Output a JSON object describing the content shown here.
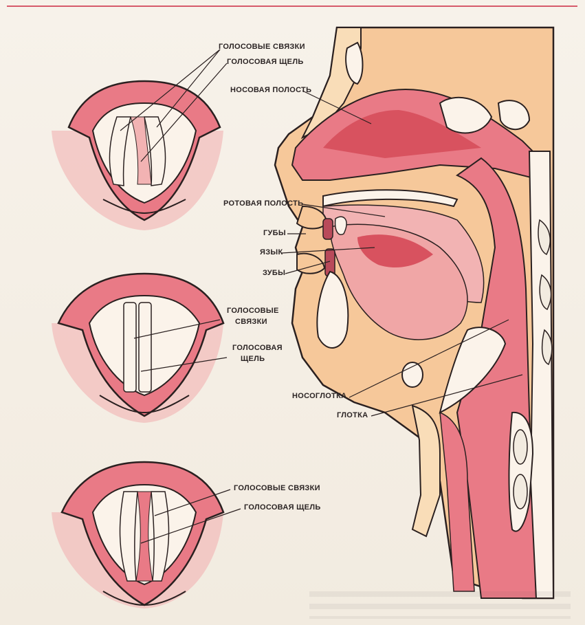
{
  "labels": {
    "vocal_cords_top": "ГОЛОСОВЫЕ СВЯЗКИ",
    "glottis_top": "ГОЛОСОВАЯ ЩЕЛЬ",
    "nasal_cavity": "НОСОВАЯ ПОЛОСТЬ",
    "oral_cavity": "РОТОВАЯ ПОЛОСТЬ",
    "lips": "ГУБЫ",
    "tongue": "ЯЗЫК",
    "teeth": "ЗУБЫ",
    "vocal_cords_mid_1": "ГОЛОСОВЫЕ",
    "vocal_cords_mid_2": "СВЯЗКИ",
    "glottis_mid_1": "ГОЛОСОВАЯ",
    "glottis_mid_2": "ЩЕЛЬ",
    "nasopharynx": "НОСОГЛОТКА",
    "pharynx": "ГЛОТКА",
    "vocal_cords_bottom": "ГОЛОСОВЫЕ СВЯЗКИ",
    "glottis_bottom": "ГОЛОСОВАЯ ЩЕЛЬ"
  },
  "colors": {
    "tissue_dark": "#d8525f",
    "tissue_mid": "#e97a86",
    "tissue_light": "#f2b3b3",
    "skin": "#f6c89a",
    "skin_light": "#f9ddb8",
    "cartilage": "#fbf3ea",
    "outline": "#2a2020",
    "paper": "#f5efe6"
  }
}
